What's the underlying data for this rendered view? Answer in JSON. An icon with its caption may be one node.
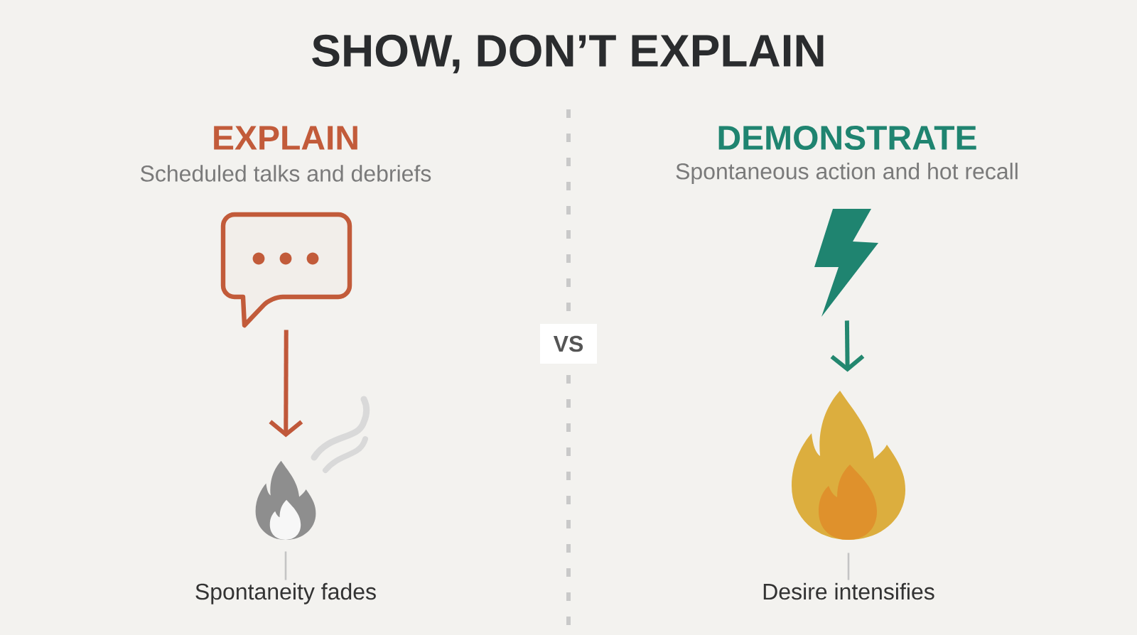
{
  "diagram": {
    "title": "SHOW, DON’T EXPLAIN",
    "nodes": [
      {
        "text": [],
        "shape": "picture"
      },
      {
        "text": [],
        "shape": "picture"
      },
      {
        "text": [
          "Spontaneity fades"
        ]
      },
      {
        "text": [],
        "shape": "picture"
      },
      {
        "text": [],
        "shape": "picture"
      },
      {
        "text": [
          "Desire intensifies"
        ]
      }
    ],
    "edges": [
      {
        "from": 0,
        "to": 1,
        "arrow": "to",
        "style": "thick",
        "color": "#c0583a"
      },
      {
        "from": 2,
        "to": 1,
        "arrow": "none",
        "color": "#c4c4c4"
      },
      {
        "from": 3,
        "to": 4,
        "arrow": "to",
        "style": "thick",
        "color": "#23876f"
      },
      {
        "from": 5,
        "to": 4,
        "arrow": "none",
        "color": "#c4c4c4"
      }
    ],
    "labels": [
      "EXPLAIN",
      "Scheduled talks and debriefs",
      "DEMONSTRATE",
      "Spontaneous action and hot recall",
      "VS"
    ]
  }
}
